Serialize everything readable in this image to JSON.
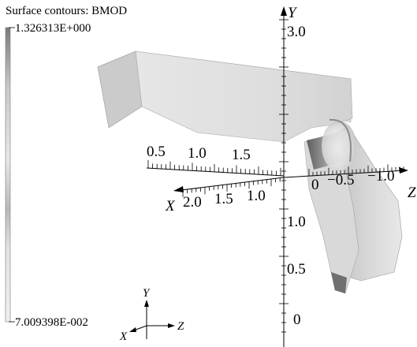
{
  "plot": {
    "title": "Surface contours: BMOD",
    "legend": {
      "max_label": "1.326313E+000",
      "min_label": "7.009398E-002"
    }
  },
  "axes": {
    "y": {
      "name": "Y",
      "ticks": [
        "3.0",
        "1.0",
        "0.5",
        "0"
      ]
    },
    "x": {
      "name": "X",
      "ticks_upper": [
        "0.5",
        "1.0",
        "1.5"
      ],
      "ticks_lower": [
        "2.0",
        "1.5",
        "1.0"
      ]
    },
    "z": {
      "name": "Z",
      "ticks": [
        "0",
        "−0.5",
        "−1.0"
      ]
    }
  },
  "triad": {
    "y": "Y",
    "x": "X",
    "z": "Z"
  }
}
